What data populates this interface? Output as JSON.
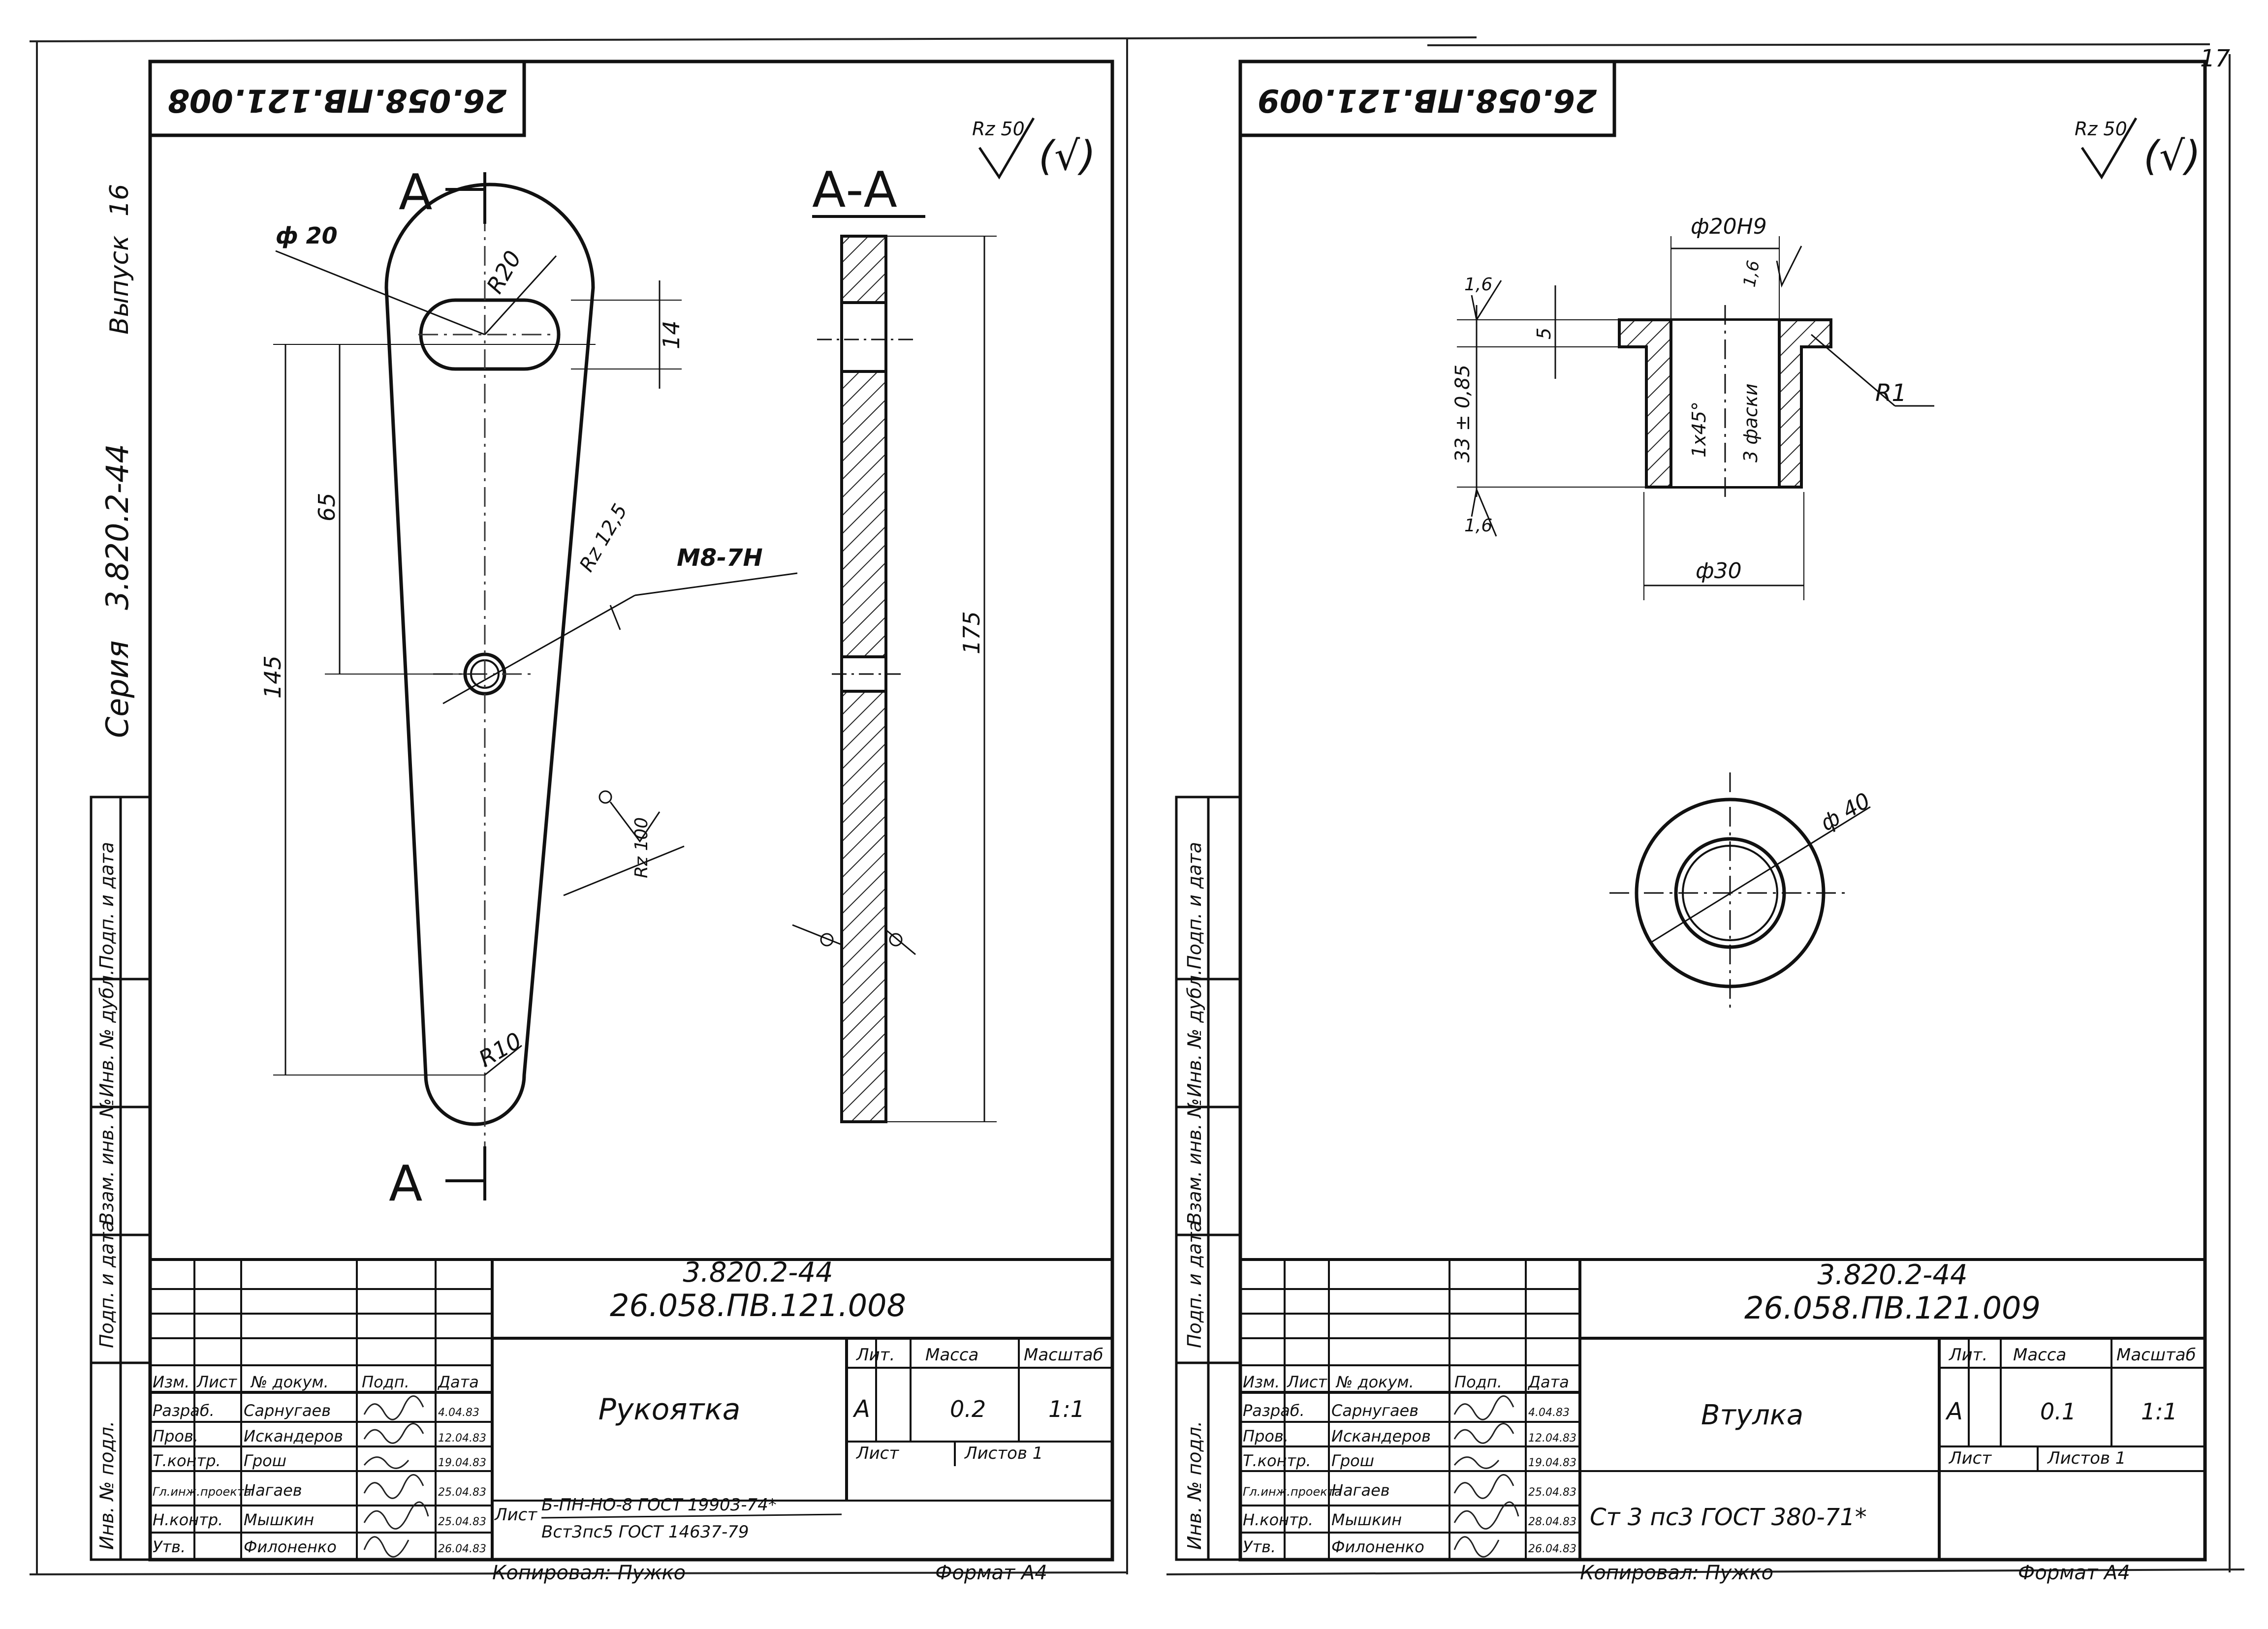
{
  "series_label": "Серия",
  "series_code": "3.820.2-44",
  "issue_label": "Выпуск",
  "issue_number": "16",
  "sheet_number": "17",
  "copied_by": "Копировал: Пужко",
  "format": "Формат А4",
  "side_stamp": [
    "Инв. № подл.",
    "Подп. и дата",
    "Взам. инв. №",
    "Инв. № дубл.",
    "Подп. и дата"
  ],
  "sheet_left": {
    "top_code": "26.058.ПВ.121.008",
    "roughness_general": "Rz 50",
    "roughness_other": "(√)",
    "section_mark": "А",
    "section_title": "А-А",
    "dims": {
      "d20": "ф 20",
      "r20": "R20",
      "d14": "14",
      "d65": "65",
      "d145": "145",
      "d175": "175",
      "r10": "R10",
      "rz125": "Rz 12,5",
      "m8": "М8-7Н",
      "rz100": "Rz 100"
    },
    "title_block": {
      "series": "3.820.2-44",
      "code": "26.058.ПВ.121.008",
      "name": "Рукоятка",
      "headers": [
        "Изм.",
        "Лист",
        "№ докум.",
        "Подп.",
        "Дата"
      ],
      "roles": [
        {
          "role": "Разраб.",
          "name": "Сарнугаев",
          "date": "4.04.83"
        },
        {
          "role": "Пров.",
          "name": "Искандеров",
          "date": "12.04.83"
        },
        {
          "role": "Т.контр.",
          "name": "Грош",
          "date": "19.04.83"
        },
        {
          "role": "Гл.инж.проекта",
          "name": "Нагаев",
          "date": "25.04.83"
        },
        {
          "role": "Н.контр.",
          "name": "Мышкин",
          "date": "25.04.83"
        },
        {
          "role": "Утв.",
          "name": "Филоненко",
          "date": "26.04.83"
        }
      ],
      "lit_label": "Лит.",
      "mass_label": "Масса",
      "scale_label": "Масштаб",
      "lit_value": "А",
      "mass_value": "0.2",
      "scale_value": "1:1",
      "sheet_label": "Лист",
      "sheets_label": "Листов 1",
      "material_label": "Лист",
      "material_line1": "Б-ПН-НО-8 ГОСТ 19903-74*",
      "material_line2": "Вст3пс5 ГОСТ 14637-79"
    }
  },
  "sheet_right": {
    "top_code": "26.058.ПВ.121.009",
    "roughness_general": "Rz 50",
    "roughness_other": "(√)",
    "dims": {
      "d20h9": "ф20Н9",
      "r16a": "1,6",
      "r16b": "1,6",
      "r16c": "1,6",
      "d5": "5",
      "d33": "33 ± 0,85",
      "chamfer": "1х45°",
      "chamfer_count": "3 фаски",
      "r1": "R1",
      "d30": "ф30",
      "d40": "ф 40"
    },
    "title_block": {
      "series": "3.820.2-44",
      "code": "26.058.ПВ.121.009",
      "name": "Втулка",
      "headers": [
        "Изм.",
        "Лист",
        "№ докум.",
        "Подп.",
        "Дата"
      ],
      "roles": [
        {
          "role": "Разраб.",
          "name": "Сарнугаев",
          "date": "4.04.83"
        },
        {
          "role": "Пров.",
          "name": "Искандеров",
          "date": "12.04.83"
        },
        {
          "role": "Т.контр.",
          "name": "Грош",
          "date": "19.04.83"
        },
        {
          "role": "Гл.инж.проекта",
          "name": "Нагаев",
          "date": "25.04.83"
        },
        {
          "role": "Н.контр.",
          "name": "Мышкин",
          "date": "28.04.83"
        },
        {
          "role": "Утв.",
          "name": "Филоненко",
          "date": "26.04.83"
        }
      ],
      "lit_label": "Лит.",
      "mass_label": "Масса",
      "scale_label": "Масштаб",
      "lit_value": "А",
      "mass_value": "0.1",
      "scale_value": "1:1",
      "sheet_label": "Лист",
      "sheets_label": "Листов 1",
      "material_line1": "Ст 3 пс3 ГОСТ 380-71*"
    }
  }
}
